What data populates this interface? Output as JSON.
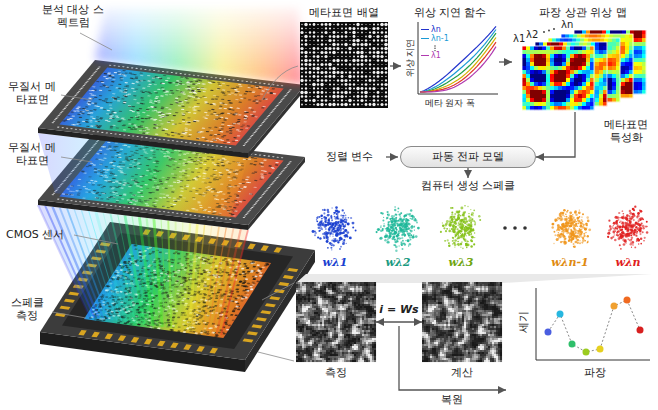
{
  "diagram": {
    "nodes": [
      {
        "text": [
          "메타표면 배열"
        ]
      },
      {
        "text": [
          "위상 지연 함수",
          "위상 지연",
          "메타 원자 폭"
        ]
      },
      {
        "text": [
          "파장 상관 위상 맵"
        ]
      },
      {
        "text": [
          "파동 전파 모델"
        ]
      },
      {
        "text": [
          "컴퓨터 생성 스페클"
        ]
      },
      {
        "text": [
          "측정"
        ]
      },
      {
        "text": [
          "계산"
        ]
      },
      {
        "text": [
          "세기",
          "파장"
        ]
      }
    ],
    "edges": [
      {
        "from": 0,
        "to": 1,
        "arrow": "to"
      },
      {
        "from": 1,
        "to": 2,
        "arrow": "to"
      },
      {
        "from": 2,
        "to": 3,
        "arrow": "to"
      },
      {
        "from": 3,
        "to": 4,
        "arrow": "to"
      },
      {
        "from": 5,
        "to": 6,
        "label": "i = Ws",
        "arrow": "both"
      }
    ],
    "labels": [
      "분석 대상 스펙트럼",
      "무질서 메타표면",
      "무질서 메타표면",
      "CMOS 센서",
      "스페클 측정",
      "λ1",
      "λ2",
      "λn",
      "메타표면 특성화",
      "정렬 변수",
      "wλ1",
      "wλ2",
      "wλ3",
      "wλn-1",
      "wλn",
      "복원"
    ],
    "legend": [
      {
        "text": "λn"
      },
      {
        "text": "λn-1"
      },
      {
        "text": "λ1"
      }
    ]
  }
}
